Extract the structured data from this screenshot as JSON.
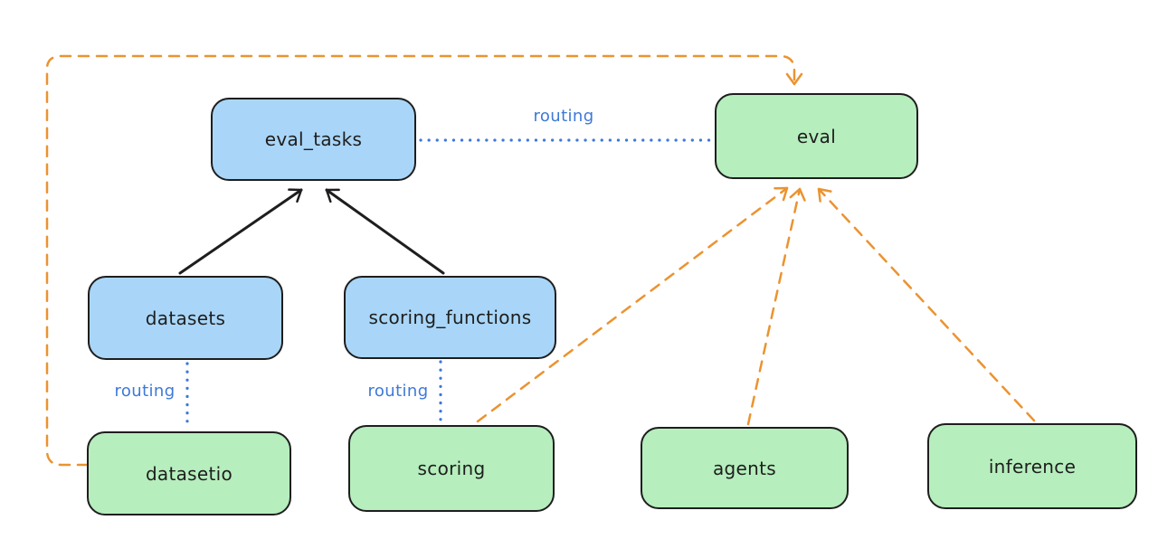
{
  "diagram": {
    "background": "#ffffff",
    "nodes": [
      {
        "id": "eval_tasks",
        "label": "eval_tasks",
        "category": "resource"
      },
      {
        "id": "eval",
        "label": "eval",
        "category": "api"
      },
      {
        "id": "datasets",
        "label": "datasets",
        "category": "resource"
      },
      {
        "id": "scoring_functions",
        "label": "scoring_functions",
        "category": "resource"
      },
      {
        "id": "datasetio",
        "label": "datasetio",
        "category": "api"
      },
      {
        "id": "scoring",
        "label": "scoring",
        "category": "api"
      },
      {
        "id": "agents",
        "label": "agents",
        "category": "api"
      },
      {
        "id": "inference",
        "label": "inference",
        "category": "api"
      }
    ],
    "edges": [
      {
        "from": "datasets",
        "to": "eval_tasks",
        "style": "solid-arrow",
        "color": "#1e1e1e",
        "label": ""
      },
      {
        "from": "scoring_functions",
        "to": "eval_tasks",
        "style": "solid-arrow",
        "color": "#1e1e1e",
        "label": ""
      },
      {
        "from": "eval_tasks",
        "to": "eval",
        "style": "dotted",
        "color": "#3d79d9",
        "label": "routing"
      },
      {
        "from": "datasets",
        "to": "datasetio",
        "style": "dotted",
        "color": "#3d79d9",
        "label": "routing"
      },
      {
        "from": "scoring_functions",
        "to": "scoring",
        "style": "dotted",
        "color": "#3d79d9",
        "label": "routing"
      },
      {
        "from": "datasetio",
        "to": "eval",
        "style": "dashed-arrow",
        "color": "#eb9330",
        "label": ""
      },
      {
        "from": "scoring",
        "to": "eval",
        "style": "dashed-arrow",
        "color": "#eb9330",
        "label": ""
      },
      {
        "from": "agents",
        "to": "eval",
        "style": "dashed-arrow",
        "color": "#eb9330",
        "label": ""
      },
      {
        "from": "inference",
        "to": "eval",
        "style": "dashed-arrow",
        "color": "#eb9330",
        "label": ""
      }
    ],
    "colors": {
      "resource_fill": "#a9d6f8",
      "api_fill": "#b6eebd",
      "stroke": "#1e1e1e",
      "routing_blue": "#3d79d9",
      "orange": "#eb9330"
    }
  }
}
